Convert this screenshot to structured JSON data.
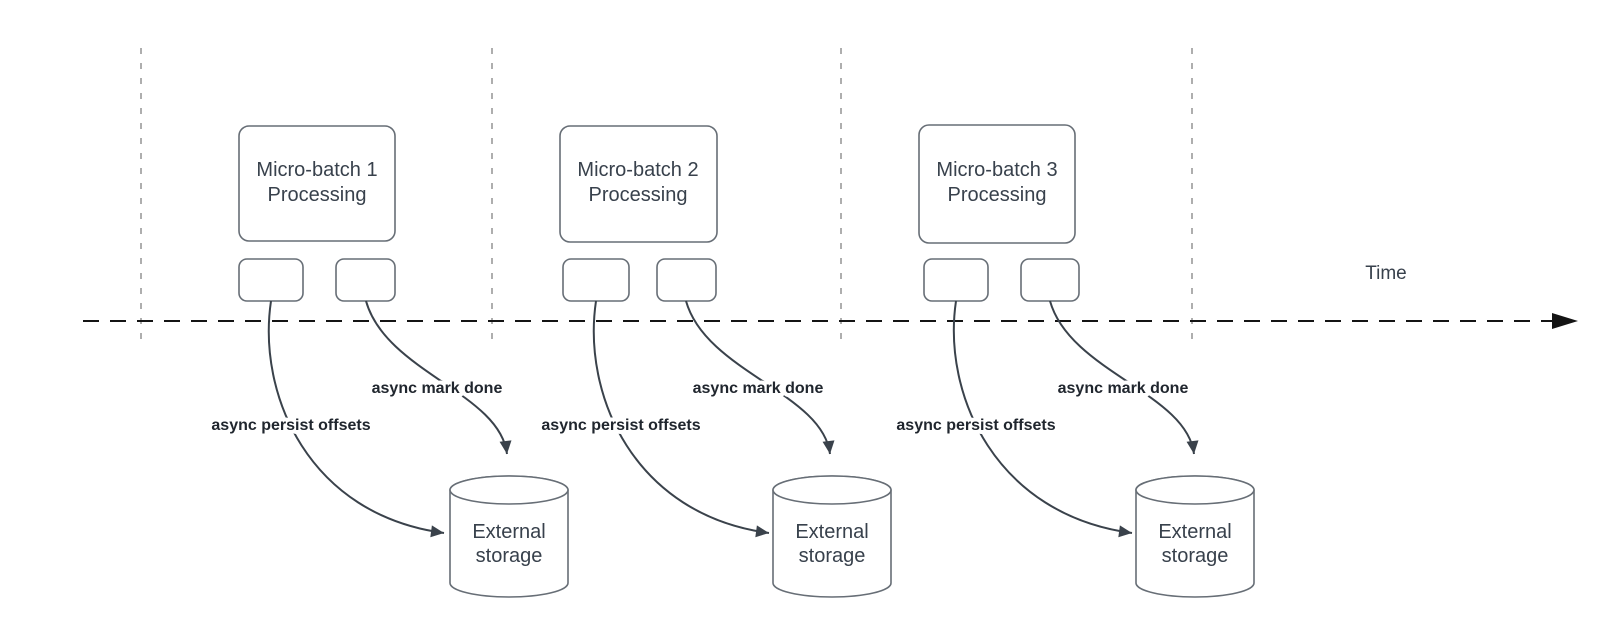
{
  "diagram": {
    "time_axis_label": "Time",
    "colors": {
      "background": "#ffffff",
      "axis": "#141414",
      "divider": "#aeaeae",
      "shape_stroke": "#676e76",
      "connector": "#3a424b",
      "node_text": "#38414c",
      "label_text": "#20262e",
      "shape_fill": "#ffffff"
    },
    "groups": [
      {
        "title_line1": "Micro-batch 1",
        "title_line2": "Processing",
        "persist_label": "async persist offsets",
        "done_label": "async mark done",
        "storage_line1": "External",
        "storage_line2": "storage"
      },
      {
        "title_line1": "Micro-batch 2",
        "title_line2": "Processing",
        "persist_label": "async persist offsets",
        "done_label": "async mark done",
        "storage_line1": "External",
        "storage_line2": "storage"
      },
      {
        "title_line1": "Micro-batch 3",
        "title_line2": "Processing",
        "persist_label": "async persist offsets",
        "done_label": "async mark done",
        "storage_line1": "External",
        "storage_line2": "storage"
      }
    ]
  }
}
